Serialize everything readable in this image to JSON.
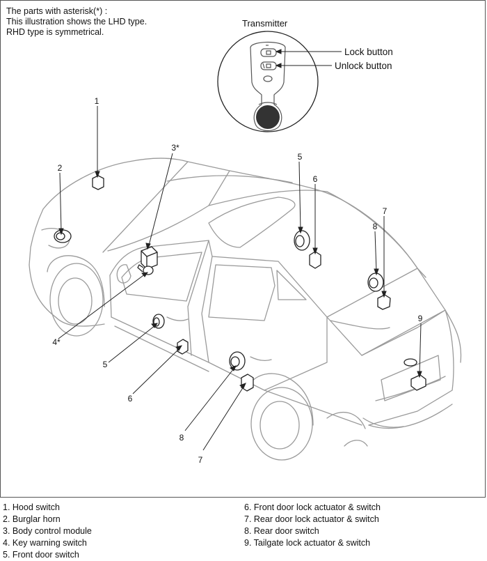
{
  "note": {
    "line1": "The parts with asterisk(*) :",
    "line2": "This illustration shows the LHD type.",
    "line3": "RHD type is symmetrical."
  },
  "transmitter": {
    "title": "Transmitter",
    "lock_label": "Lock button",
    "unlock_label": "Unlock button"
  },
  "callouts": {
    "c1": "1",
    "c2": "2",
    "c3": "3*",
    "c4": "4*",
    "c5a": "5",
    "c5b": "5",
    "c6a": "6",
    "c6b": "6",
    "c7a": "7",
    "c7b": "7",
    "c8a": "8",
    "c8b": "8",
    "c9": "9"
  },
  "legend": {
    "left": [
      "1. Hood switch",
      "2. Burglar horn",
      "3. Body control module",
      "4. Key warning switch",
      "5. Front door switch"
    ],
    "right": [
      "6. Front door lock actuator & switch",
      "7. Rear door lock actuator & switch",
      "8. Rear door switch",
      "9. Tailgate lock actuator & switch"
    ]
  },
  "colors": {
    "line": "#222222",
    "car_outline": "#9a9a9a",
    "frame": "#555555"
  }
}
